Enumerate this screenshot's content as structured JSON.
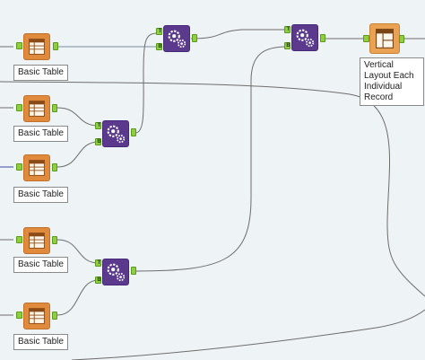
{
  "tools": {
    "table1": {
      "label": "Basic Table"
    },
    "table2": {
      "label": "Basic Table"
    },
    "table3": {
      "label": "Basic Table"
    },
    "table4": {
      "label": "Basic Table"
    },
    "table5": {
      "label": "Basic Table"
    },
    "layout": {
      "label": "Vertical Layout Each Individual Record"
    }
  },
  "ports": {
    "top": "T",
    "bottom": "B"
  },
  "colors": {
    "canvas": "#eef3f5",
    "table_tool": "#df8a3c",
    "union_tool": "#5b3a8e",
    "layout_tool": "#e9a153",
    "anchor": "#8fce3f",
    "connection": "#6d6d6d"
  },
  "icons": {
    "table": "table-icon",
    "union": "gears-icon",
    "layout": "layout-icon"
  }
}
